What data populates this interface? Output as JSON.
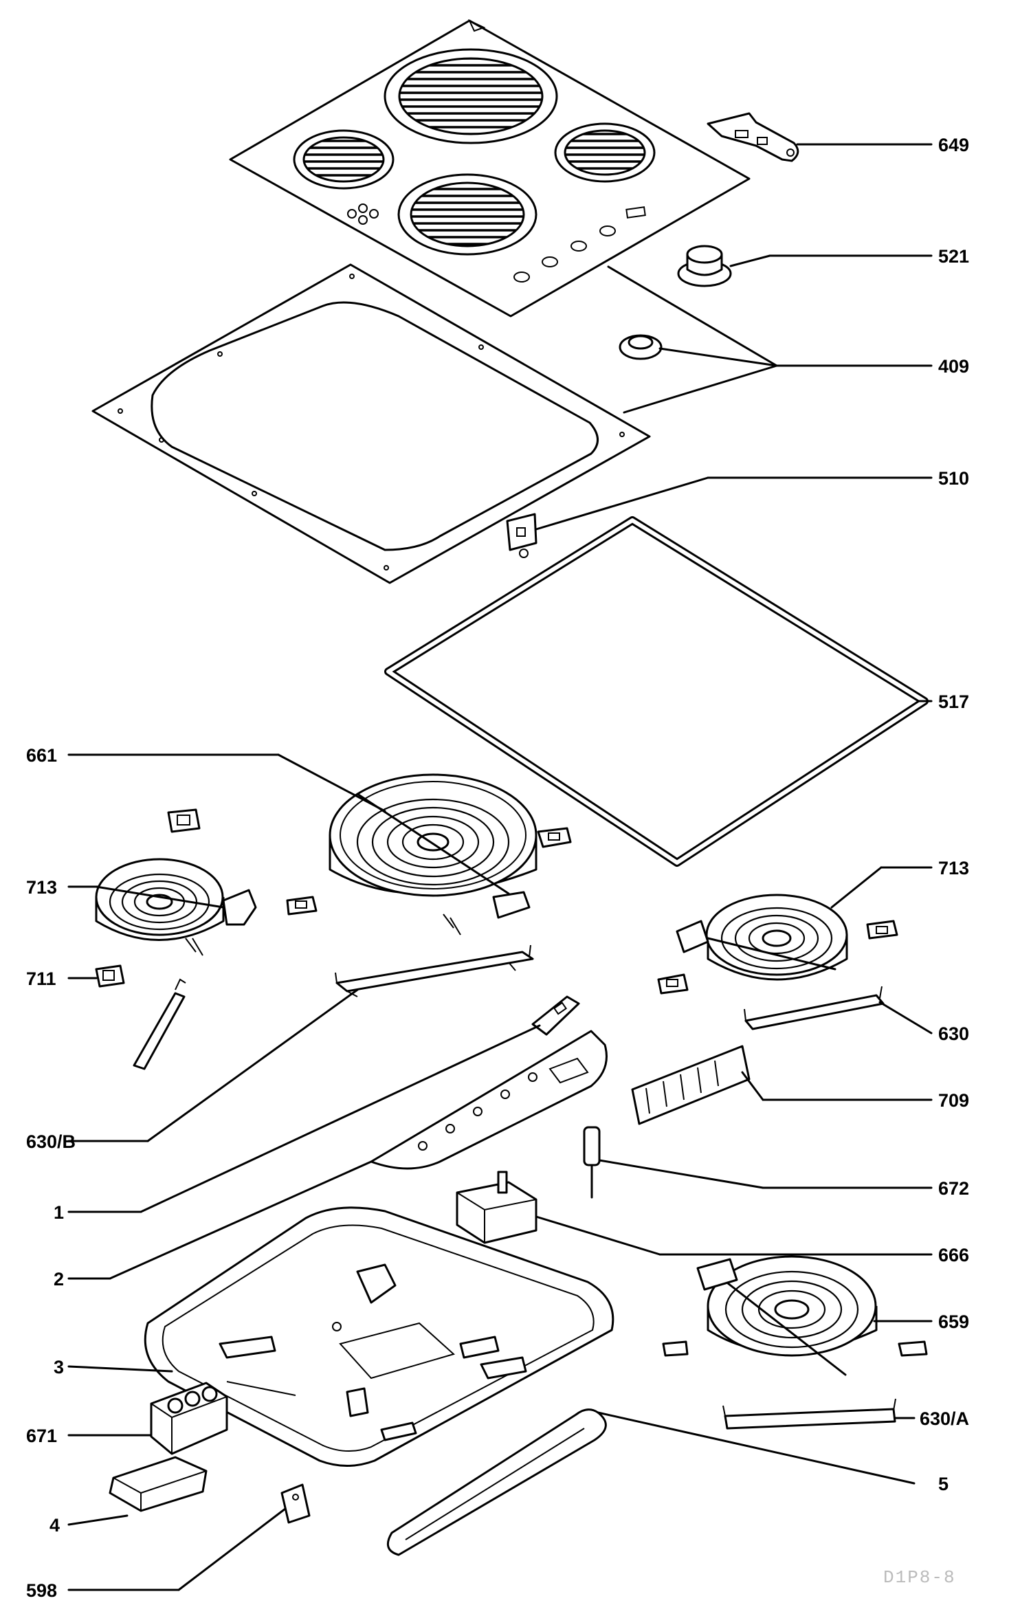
{
  "labels": {
    "p649": "649",
    "p521": "521",
    "p409": "409",
    "p510": "510",
    "p517": "517",
    "p661": "661",
    "p713_left": "713",
    "p713_right": "713",
    "p711": "711",
    "p630": "630",
    "p709": "709",
    "p630b": "630/B",
    "p672": "672",
    "p1": "1",
    "p666": "666",
    "p2": "2",
    "p659": "659",
    "p3": "3",
    "p630a": "630/A",
    "p671": "671",
    "p5": "5",
    "p4": "4",
    "p598": "598"
  },
  "drawing_code": "D1P8-8"
}
